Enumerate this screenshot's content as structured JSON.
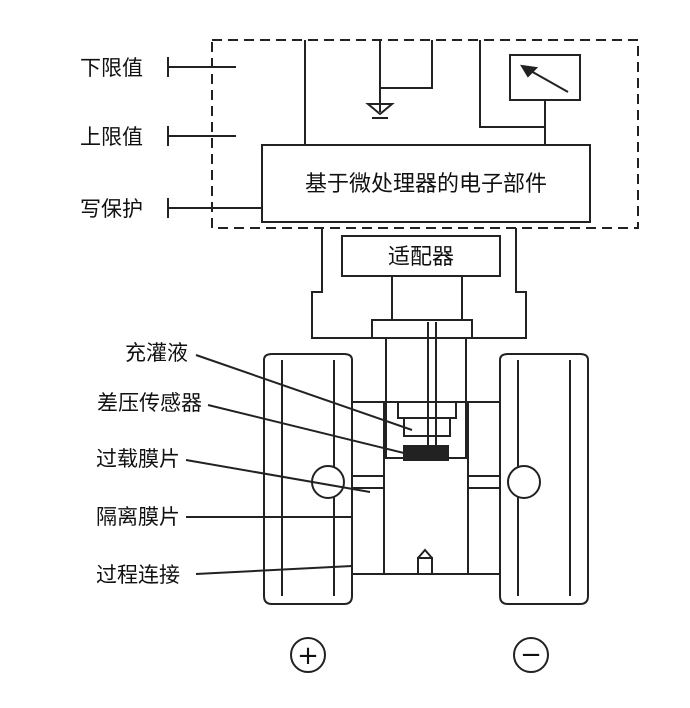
{
  "labels": {
    "lower_limit": "下限值",
    "upper_limit": "上限值",
    "write_protect": "写保护",
    "electronics": "基于微处理器的电子部件",
    "adapter": "适配器",
    "fill_fluid": "充灌液",
    "dp_sensor": "差压传感器",
    "overload_diaphragm": "过载膜片",
    "isolation_diaphragm": "隔离膜片",
    "process_connection": "过程连接"
  },
  "symbols": {
    "high_side": "+",
    "low_side": "−"
  },
  "colors": {
    "line": "#222222",
    "fill": "#ffffff",
    "text": "#111111"
  }
}
